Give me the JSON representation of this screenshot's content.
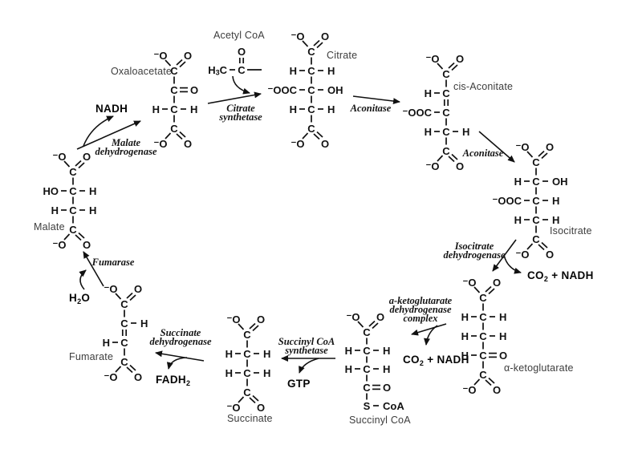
{
  "colors": {
    "background": "#ffffff",
    "bond": "#111111",
    "atom": "#111111",
    "molecule_label": "#3d3d3d",
    "enzyme_label": "#141414",
    "cofactor": "#060606"
  },
  "structure_symbols": {
    "carboxylate_left": "⁻O",
    "carboxylate_right": "O"
  },
  "molecules": [
    {
      "id": "oxaloacetate",
      "label": "Oxaloacetate",
      "structure": {
        "rows": [
          {
            "cox": "up"
          },
          {
            "c": "C",
            "r": "O",
            "rb": "d"
          },
          {
            "c": "C",
            "l": "H",
            "r": "H"
          },
          {
            "cox": "down"
          }
        ],
        "vbonds": [
          "s",
          "s",
          "s"
        ]
      }
    },
    {
      "id": "acetyl-coa",
      "label": "Acetyl CoA",
      "structure": {
        "rows": [
          {
            "c": "O"
          },
          {
            "c": "C",
            "l": "H~3~C",
            "stub": true
          }
        ],
        "vbonds": [
          "d"
        ]
      }
    },
    {
      "id": "citrate",
      "label": "Citrate",
      "structure": {
        "rows": [
          {
            "cox": "up"
          },
          {
            "c": "C",
            "l": "H",
            "r": "H"
          },
          {
            "c": "C",
            "l": "⁻OOC",
            "r": "OH"
          },
          {
            "c": "C",
            "l": "H",
            "r": "H"
          },
          {
            "cox": "down"
          }
        ],
        "vbonds": [
          "s",
          "s",
          "s",
          "s"
        ]
      }
    },
    {
      "id": "cis-aconitate",
      "label": "cis-Aconitate",
      "structure": {
        "rows": [
          {
            "cox": "up"
          },
          {
            "c": "C",
            "l": "H"
          },
          {
            "c": "C",
            "l": "⁻OOC"
          },
          {
            "c": "C",
            "l": "H",
            "r": "H"
          },
          {
            "cox": "down"
          }
        ],
        "vbonds": [
          "s",
          "d",
          "s",
          "s"
        ]
      }
    },
    {
      "id": "isocitrate",
      "label": "Isocitrate",
      "structure": {
        "rows": [
          {
            "cox": "up"
          },
          {
            "c": "C",
            "l": "H",
            "r": "OH"
          },
          {
            "c": "C",
            "l": "⁻OOC",
            "r": "H"
          },
          {
            "c": "C",
            "l": "H",
            "r": "H"
          },
          {
            "cox": "down"
          }
        ],
        "vbonds": [
          "s",
          "s",
          "s",
          "s"
        ]
      }
    },
    {
      "id": "alpha-ketoglutarate",
      "label": "α-ketoglutarate",
      "structure": {
        "rows": [
          {
            "cox": "up"
          },
          {
            "c": "C",
            "l": "H",
            "r": "H"
          },
          {
            "c": "C",
            "l": "H",
            "r": "H"
          },
          {
            "c": "C",
            "l": "H",
            "r": "O",
            "rb": "d"
          },
          {
            "cox": "down"
          }
        ],
        "vbonds": [
          "s",
          "s",
          "s",
          "s"
        ]
      }
    },
    {
      "id": "succinyl-coa",
      "label": "Succinyl CoA",
      "structure": {
        "rows": [
          {
            "cox": "up"
          },
          {
            "c": "C",
            "l": "H",
            "r": "H"
          },
          {
            "c": "C",
            "l": "H",
            "r": "H"
          },
          {
            "c": "C",
            "r": "O",
            "rb": "d"
          },
          {
            "c": "S",
            "r": "CoA"
          }
        ],
        "vbonds": [
          "s",
          "s",
          "s",
          "s"
        ]
      }
    },
    {
      "id": "succinate",
      "label": "Succinate",
      "structure": {
        "rows": [
          {
            "cox": "up"
          },
          {
            "c": "C",
            "l": "H",
            "r": "H"
          },
          {
            "c": "C",
            "l": "H",
            "r": "H"
          },
          {
            "cox": "down"
          }
        ],
        "vbonds": [
          "s",
          "s",
          "s"
        ]
      }
    },
    {
      "id": "fumarate",
      "label": "Fumarate",
      "structure": {
        "rows": [
          {
            "cox": "up"
          },
          {
            "c": "C",
            "r": "H"
          },
          {
            "c": "C",
            "l": "H"
          },
          {
            "cox": "down"
          }
        ],
        "vbonds": [
          "s",
          "d",
          "s"
        ]
      }
    },
    {
      "id": "malate",
      "label": "Malate",
      "structure": {
        "rows": [
          {
            "cox": "up"
          },
          {
            "c": "C",
            "l": "HO",
            "r": "H"
          },
          {
            "c": "C",
            "l": "H",
            "r": "H"
          },
          {
            "cox": "down"
          }
        ],
        "vbonds": [
          "s",
          "s",
          "s"
        ]
      }
    }
  ],
  "enzymes": [
    {
      "id": "citrate-synthetase",
      "lines": [
        "Citrate",
        "synthetase"
      ]
    },
    {
      "id": "aconitase-1",
      "lines": [
        "Aconitase"
      ]
    },
    {
      "id": "aconitase-2",
      "lines": [
        "Aconitase"
      ]
    },
    {
      "id": "isocitrate-dehydrogenase",
      "lines": [
        "Isocitrate",
        "dehydrogenase"
      ]
    },
    {
      "id": "akg-dehydrogenase-complex",
      "lines": [
        "a-ketoglutarate",
        "dehydrogenase",
        "complex"
      ]
    },
    {
      "id": "succinyl-coa-synthetase",
      "lines": [
        "Succinyl CoA",
        "synthetase"
      ]
    },
    {
      "id": "succinate-dehydrogenase",
      "lines": [
        "Succinate",
        "dehydrogenase"
      ]
    },
    {
      "id": "fumarase",
      "lines": [
        "Fumarase"
      ]
    },
    {
      "id": "malate-dehydrogenase",
      "lines": [
        "Malate",
        "dehydrogenase"
      ]
    }
  ],
  "cofactors": [
    {
      "id": "nadh-1",
      "text": "NADH"
    },
    {
      "id": "co2-nadh-1",
      "text": "CO~2~ + NADH"
    },
    {
      "id": "co2-nadh-2",
      "text": "CO~2~ + NADH"
    },
    {
      "id": "gtp",
      "text": "GTP"
    },
    {
      "id": "fadh2",
      "text": "FADH~2~"
    },
    {
      "id": "h2o",
      "text": "H~2~O"
    }
  ]
}
